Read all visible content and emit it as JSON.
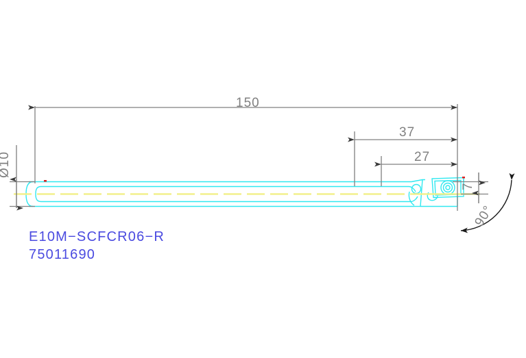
{
  "drawing": {
    "type": "cad-technical-drawing",
    "subject": "indexable boring bar / turning tool holder",
    "background_color": "#ffffff",
    "geometry_color": "#30e8f0",
    "centerline_color": "#f2f08c",
    "dimension_color": "#808080",
    "label_color": "#4a4ae0"
  },
  "dimensions": {
    "overall_length": {
      "value": "150",
      "name": "overall-length"
    },
    "head_length": {
      "value": "37",
      "name": "head-length"
    },
    "shank_to_insert": {
      "value": "27",
      "name": "insert-offset"
    },
    "center_height": {
      "value": "7",
      "name": "center-height"
    },
    "shank_diameter": {
      "value": "Ø10",
      "name": "shank-diameter"
    },
    "lead_angle": {
      "value": "90°",
      "name": "lead-angle"
    }
  },
  "labels": {
    "part_number": "E10M−SCFCR06−R",
    "item_code": "75011690"
  }
}
